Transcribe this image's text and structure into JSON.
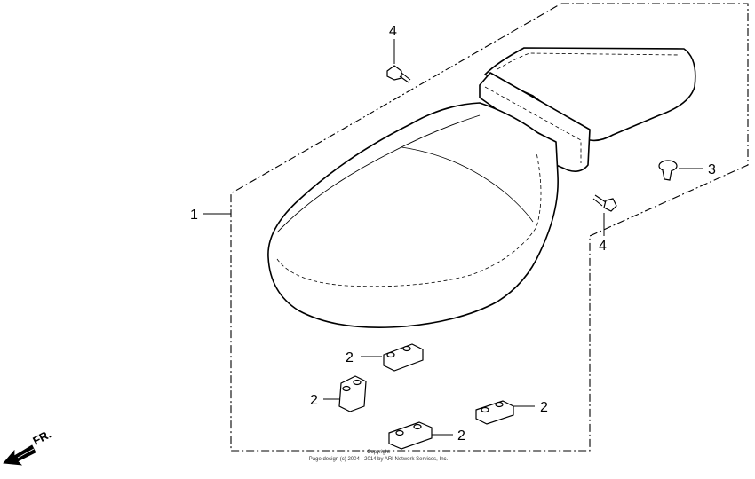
{
  "callouts": {
    "seat": "1",
    "seat_label_leader_note": "",
    "bracket_a": "2",
    "bracket_b": "2",
    "bracket_c": "2",
    "bracket_d": "2",
    "knob": "3",
    "bolt_top": "4",
    "bolt_right": "4"
  },
  "direction": {
    "label": "FR."
  },
  "footer": {
    "line1": "Copyright",
    "line2": "Page design (c) 2004 - 2014 by ARI Network Services, Inc."
  },
  "icons": {
    "front_arrow": "arrow-left-down-icon",
    "seat": "motorcycle-seat-icon",
    "bolt": "bolt-icon",
    "knob": "knob-icon",
    "bracket": "bracket-icon"
  },
  "colors": {
    "line": "#000000",
    "background": "#ffffff"
  }
}
